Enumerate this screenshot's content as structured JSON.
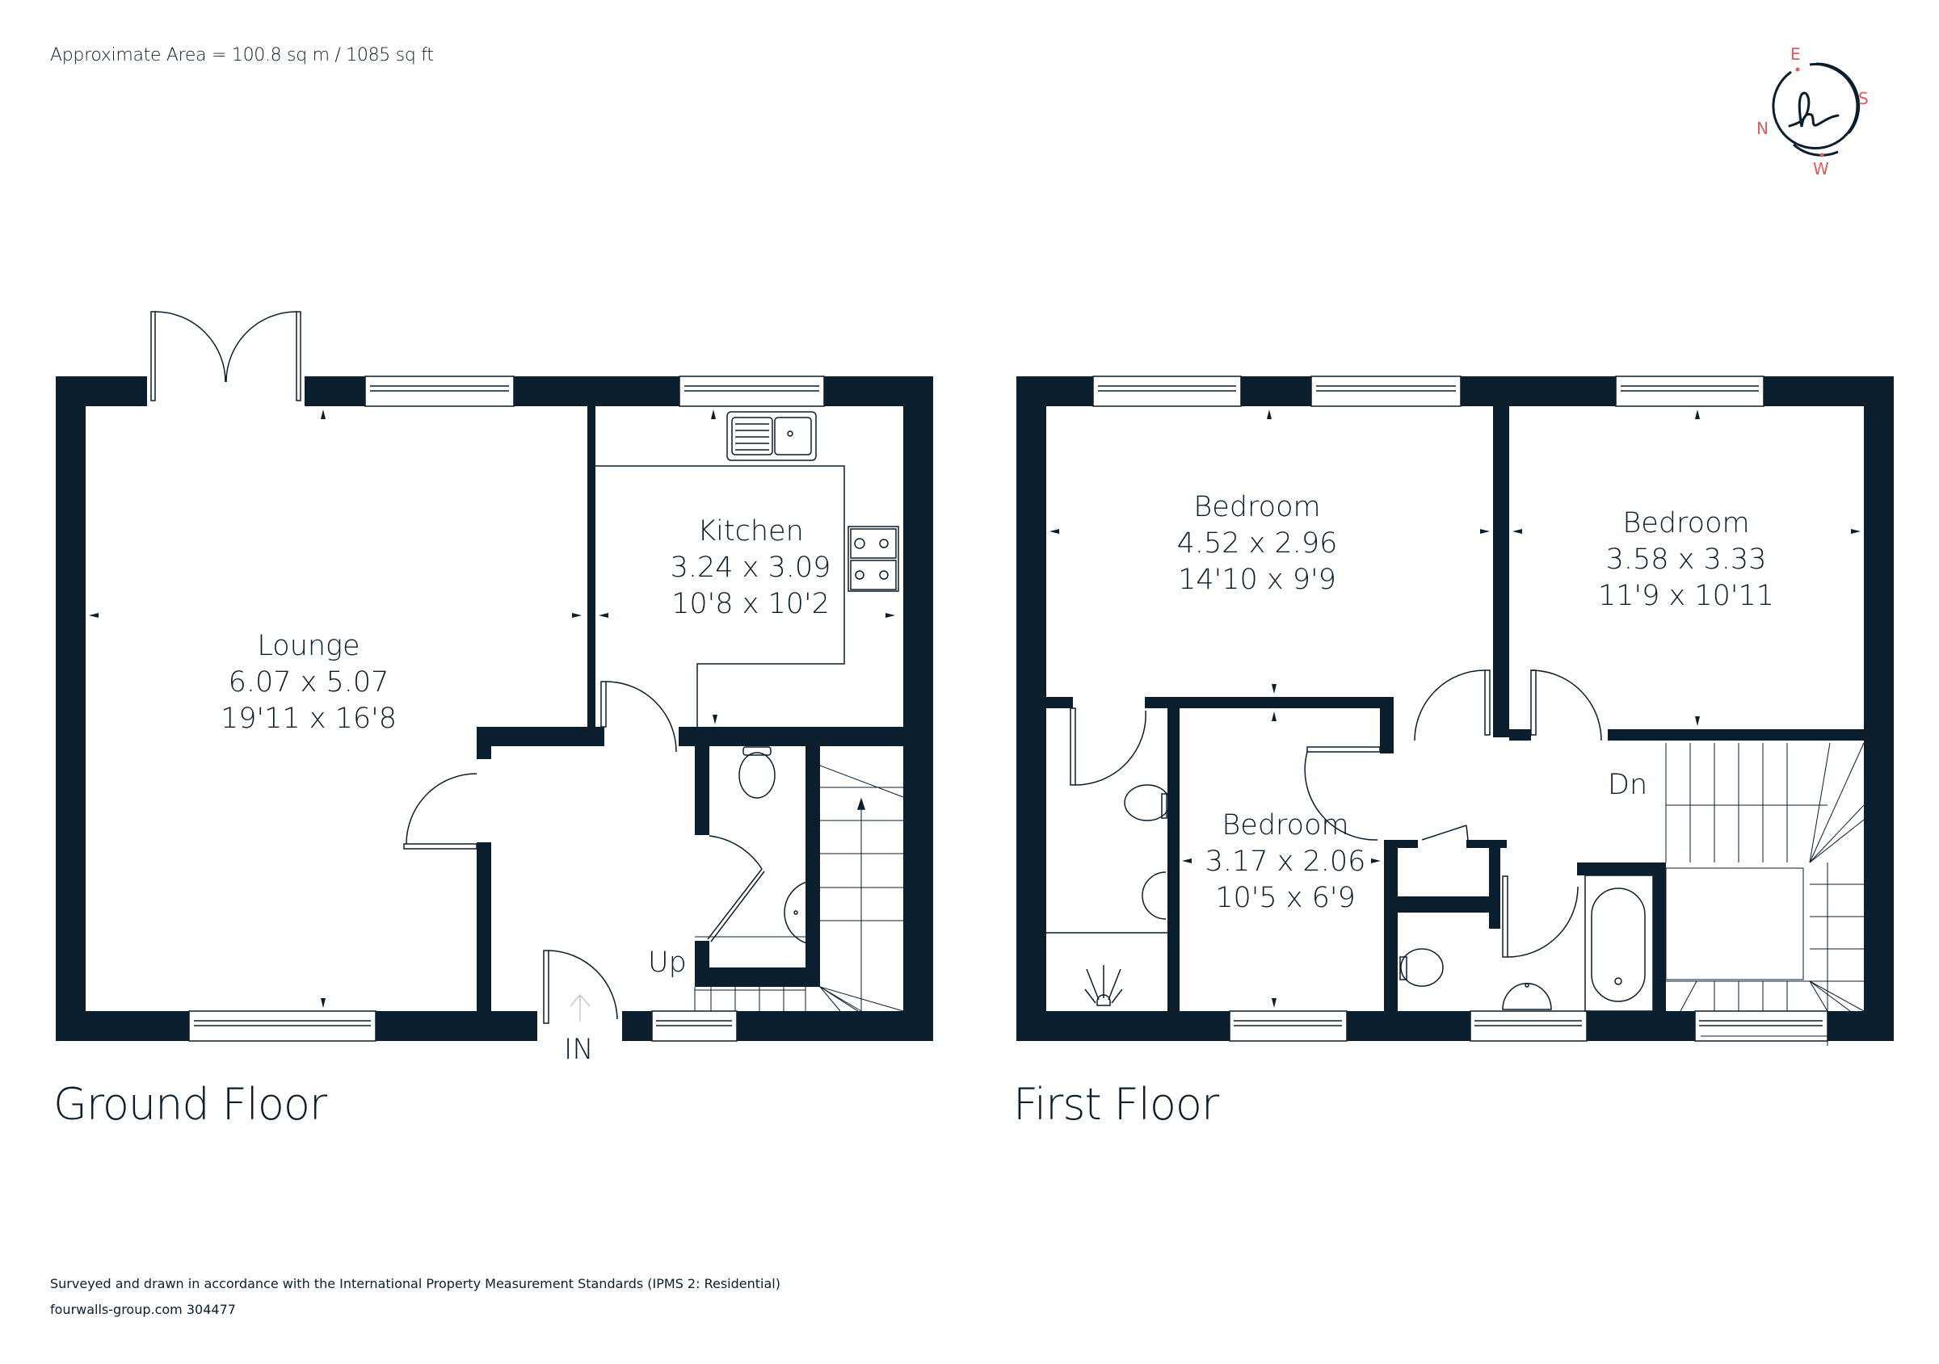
{
  "header": {
    "approximate_area": "Approximate Area = 100.8 sq m / 1085 sq ft"
  },
  "compass": {
    "north": "N",
    "east": "E",
    "south": "S",
    "west": "W",
    "logo_letter": "h",
    "accent_color": "#e05a5f",
    "ring_color": "#0a1e2d"
  },
  "colors": {
    "wall": "#0a1e2d",
    "line": "#0a1e2d",
    "background": "#ffffff"
  },
  "ground_floor": {
    "title": "Ground Floor",
    "entrance_label": "IN",
    "stairs_label": "Up",
    "rooms": [
      {
        "name": "Lounge",
        "metric": "6.07 x 5.07",
        "imperial": "19'11 x 16'8"
      },
      {
        "name": "Kitchen",
        "metric": "3.24 x 3.09",
        "imperial": "10'8 x 10'2"
      }
    ]
  },
  "first_floor": {
    "title": "First Floor",
    "stairs_label": "Dn",
    "rooms": [
      {
        "name": "Bedroom",
        "metric": "4.52 x 2.96",
        "imperial": "14'10 x 9'9"
      },
      {
        "name": "Bedroom",
        "metric": "3.58 x 3.33",
        "imperial": "11'9 x 10'11"
      },
      {
        "name": "Bedroom",
        "metric": "3.17 x 2.06",
        "imperial": "10'5 x 6'9"
      }
    ]
  },
  "footer": {
    "standards": "Surveyed and drawn in accordance with the International Property Measurement Standards (IPMS 2: Residential)",
    "reference": "fourwalls-group.com 304477"
  }
}
